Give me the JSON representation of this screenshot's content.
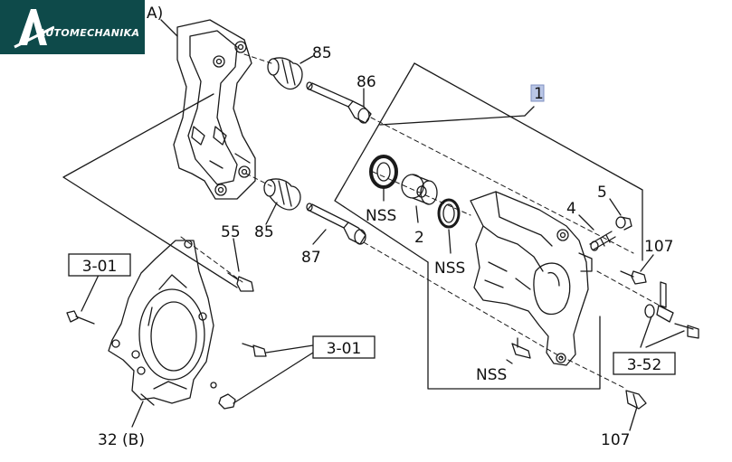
{
  "logo": {
    "text": "AUTOMECHANIKA",
    "mark": "A"
  },
  "labels": {
    "bracket": "A)",
    "p85a": "85",
    "p86": "86",
    "p1": "1",
    "p5": "5",
    "p4": "4",
    "p107a": "107",
    "nss_seal": "NSS",
    "p2": "2",
    "nss_boot": "NSS",
    "p55": "55",
    "p85b": "85",
    "p87": "87",
    "nss_bleeder": "NSS",
    "p107b": "107",
    "p32": "32 (B)"
  },
  "refs": {
    "r301a": "3-01",
    "r301b": "3-01",
    "r352": "3-52"
  },
  "colors": {
    "line": "#1a1a1a",
    "logo_bg": "#0e4a4a",
    "badge": "#b9c6e6"
  }
}
